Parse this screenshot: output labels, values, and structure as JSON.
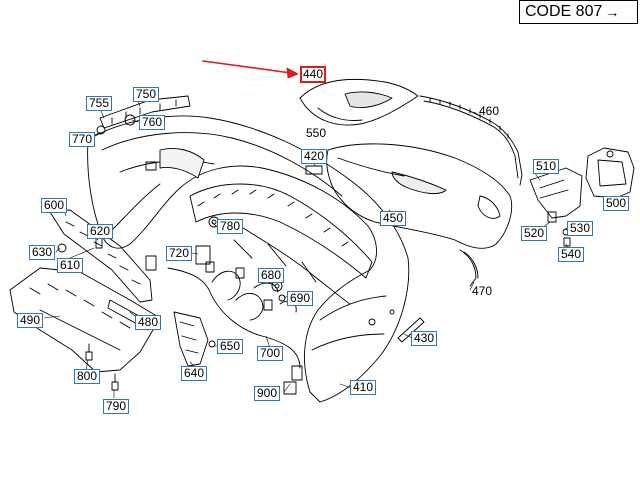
{
  "header": {
    "code_label": "CODE 807",
    "code_arrow": "→"
  },
  "colors": {
    "callout_border": "#2f78b6",
    "highlight": "#e01b1b",
    "line": "#000000"
  },
  "callouts": {
    "p440": "440",
    "p460": "460",
    "p550": "550",
    "p420": "420",
    "p750": "750",
    "p755": "755",
    "p760": "760",
    "p770": "770",
    "p600": "600",
    "p620": "620",
    "p630": "630",
    "p610": "610",
    "p780": "780",
    "p720": "720",
    "p680": "680",
    "p690": "690",
    "p490": "490",
    "p480": "480",
    "p650": "650",
    "p640": "640",
    "p700": "700",
    "p800": "800",
    "p790": "790",
    "p900": "900",
    "p410": "410",
    "p430": "430",
    "p450": "450",
    "p470": "470",
    "p510": "510",
    "p500": "500",
    "p520": "520",
    "p530": "530",
    "p540": "540"
  }
}
